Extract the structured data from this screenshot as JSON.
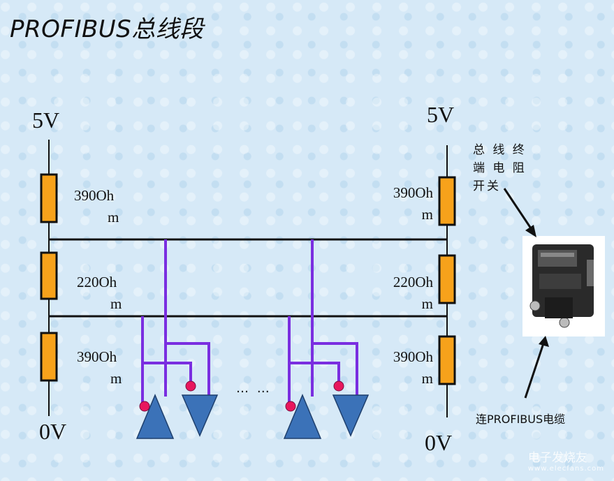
{
  "title": "PROFIBUS总线段",
  "left": {
    "top_voltage": "5V",
    "bottom_voltage": "0V",
    "resistors": [
      {
        "line1": "390Oh",
        "line2": "m"
      },
      {
        "line1": "220Oh",
        "line2": "m"
      },
      {
        "line1": "390Oh",
        "line2": "m"
      }
    ]
  },
  "right": {
    "top_voltage": "5V",
    "bottom_voltage": "0V",
    "resistors": [
      {
        "line1": "390Oh",
        "line2": "m"
      },
      {
        "line1": "220Oh",
        "line2": "m"
      },
      {
        "line1": "390Oh",
        "line2": "m"
      }
    ]
  },
  "ellipsis": "…  …",
  "terminator_note": {
    "lines": [
      "总 线 终",
      "端 电 阻",
      "开关"
    ]
  },
  "cable_note": "连PROFIBUS电缆",
  "watermark": {
    "main": "电子发烧友",
    "sub": "www.elecfans.com"
  },
  "colors": {
    "resistor_fill": "#f7a21b",
    "bus_wire": "#111111",
    "tap_wire": "#7a2ee0",
    "node_fill": "#3b72b8",
    "node_dot": "#e8175d"
  },
  "icons": {
    "connector": "profibus-connector-image",
    "arrow": "pointer-arrow"
  }
}
